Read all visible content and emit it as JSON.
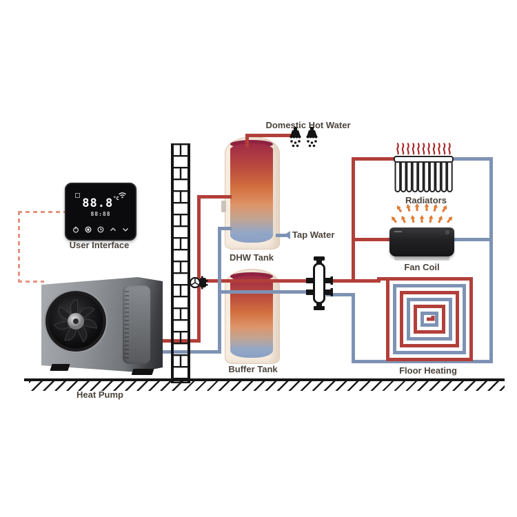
{
  "labels": {
    "user_interface": "User Interface",
    "heat_pump": "Heat Pump",
    "dhw_tank": "DHW Tank",
    "buffer_tank": "Buffer Tank",
    "domestic_hot_water": "Domestic Hot Water",
    "tap_water": "Tap Water",
    "radiators": "Radiators",
    "fan_coil": "Fan Coil",
    "floor_heating": "Floor Heating"
  },
  "thermostat": {
    "temperature": "88.8",
    "unit": "°C",
    "time": "88:88"
  },
  "colors": {
    "supply_pipe_red": "#b23f3a",
    "return_pipe_blue": "#7e93b4",
    "control_dashed_salmon": "#e4937f",
    "heat_arrow_orange": "#df7a33",
    "heat_wave_red": "#a82727",
    "label_text": "#4a433c"
  }
}
